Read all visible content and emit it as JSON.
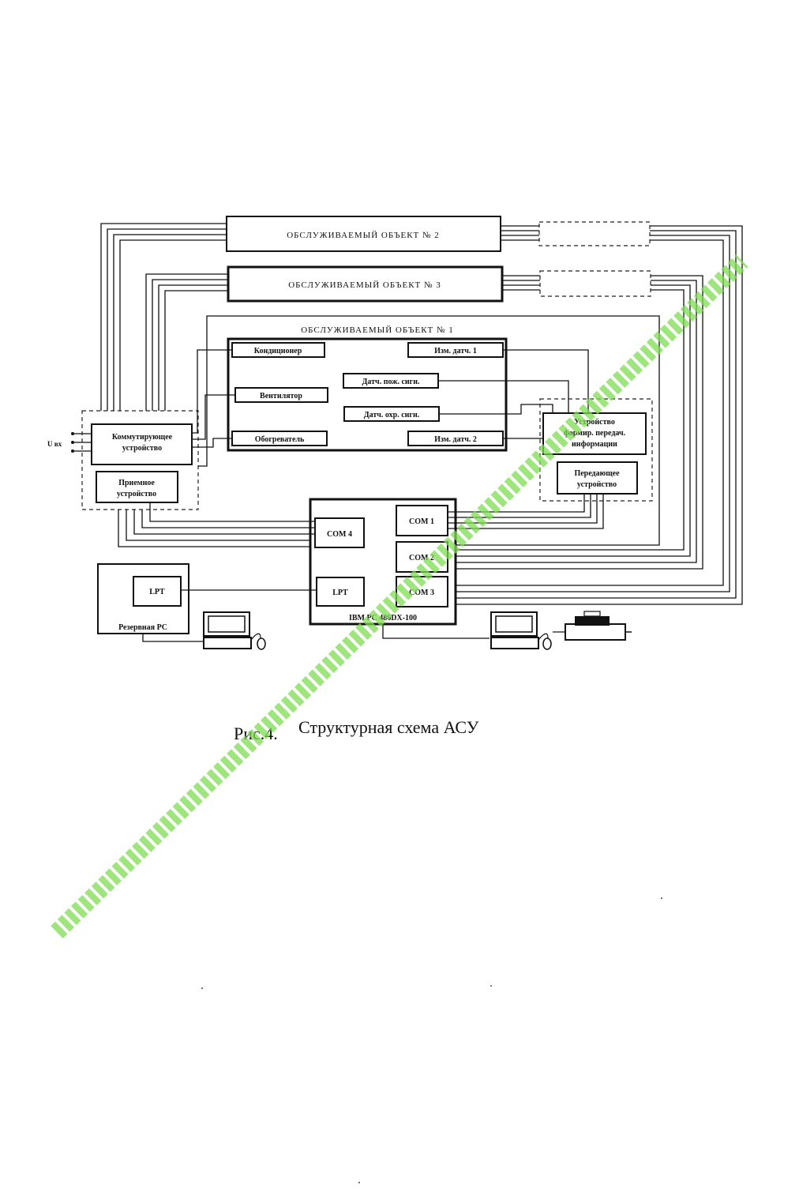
{
  "objects": {
    "obj2": "ОБСЛУЖИВАЕМЫЙ ОБЪЕКТ № 2",
    "obj3": "ОБСЛУЖИВАЕМЫЙ ОБЪЕКТ № 3",
    "obj1": "ОБСЛУЖИВАЕМЫЙ ОБЪЕКТ № 1"
  },
  "obj1_devices": {
    "conditioner": "Кондиционер",
    "fan": "Вентилятор",
    "heater": "Обогреватель",
    "meas_sensor_1": "Изм. датч. 1",
    "fire_sensor": "Датч. пож. сигн.",
    "security_sensor": "Датч. охр. сигн.",
    "meas_sensor_2": "Изм. датч. 2"
  },
  "left_unit": {
    "switch_line1": "Коммутирующее",
    "switch_line2": "устройство",
    "receiver_line1": "Приемное",
    "receiver_line2": "устройство",
    "input_label": "U вх"
  },
  "right_unit": {
    "former_line1": "Устройство",
    "former_line2": "формир. передач.",
    "former_line3": "информации",
    "transmitter_line1": "Передающее",
    "transmitter_line2": "устройство"
  },
  "main_pc": {
    "name": "IBM PC 486DX-100",
    "com4": "COM 4",
    "com1": "COM 1",
    "com2": "COM 2",
    "com3": "COM 3",
    "lpt": "LPT"
  },
  "backup_pc": {
    "name": "Резервная PC",
    "lpt": "LPT"
  },
  "caption": {
    "prefix": "Рис.4.",
    "text": "Структурная схема АСУ"
  }
}
